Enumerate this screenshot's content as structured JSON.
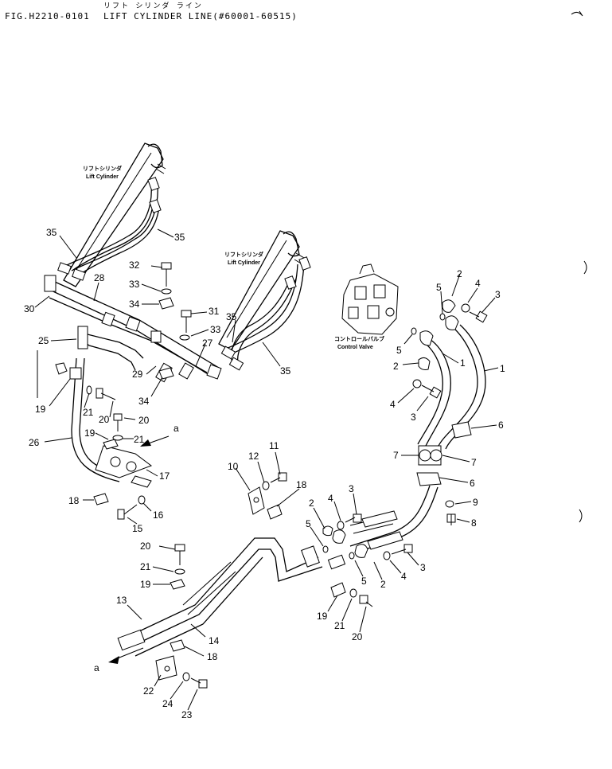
{
  "header": {
    "fig_number": "FIG.H2210-0101",
    "title_jp": "リフト シリンダ ライン",
    "title_en": "LIFT CYLINDER LINE(#60001-60515)"
  },
  "components": {
    "lift_cylinder_left": {
      "jp": "リフトシリンダ",
      "en": "Lift Cylinder"
    },
    "lift_cylinder_right": {
      "jp": "リフトシリンダ",
      "en": "Lift Cylinder"
    },
    "control_valve": {
      "jp": "コントロールバルブ",
      "en": "Control Valve"
    }
  },
  "arrow_labels": [
    "a",
    "a"
  ],
  "callouts": [
    {
      "id": "c35a",
      "text": "35"
    },
    {
      "id": "c35b",
      "text": "35"
    },
    {
      "id": "c35c",
      "text": "35"
    },
    {
      "id": "c35d",
      "text": "35"
    },
    {
      "id": "c32",
      "text": "32"
    },
    {
      "id": "c33a",
      "text": "33"
    },
    {
      "id": "c34a",
      "text": "34"
    },
    {
      "id": "c31",
      "text": "31"
    },
    {
      "id": "c33b",
      "text": "33"
    },
    {
      "id": "c27",
      "text": "27"
    },
    {
      "id": "c28",
      "text": "28"
    },
    {
      "id": "c30",
      "text": "30"
    },
    {
      "id": "c25",
      "text": "25"
    },
    {
      "id": "c29",
      "text": "29"
    },
    {
      "id": "c34b",
      "text": "34"
    },
    {
      "id": "c19a",
      "text": "19"
    },
    {
      "id": "c21a",
      "text": "21"
    },
    {
      "id": "c20a",
      "text": "20"
    },
    {
      "id": "c20b",
      "text": "20"
    },
    {
      "id": "c19b",
      "text": "19"
    },
    {
      "id": "c21b",
      "text": "21"
    },
    {
      "id": "c26",
      "text": "26"
    },
    {
      "id": "c17",
      "text": "17"
    },
    {
      "id": "c18a",
      "text": "18"
    },
    {
      "id": "c16",
      "text": "16"
    },
    {
      "id": "c15",
      "text": "15"
    },
    {
      "id": "c2a",
      "text": "2"
    },
    {
      "id": "c4a",
      "text": "4"
    },
    {
      "id": "c5a",
      "text": "5"
    },
    {
      "id": "c3a",
      "text": "3"
    },
    {
      "id": "c5b",
      "text": "5"
    },
    {
      "id": "c2b",
      "text": "2"
    },
    {
      "id": "c1a",
      "text": "1"
    },
    {
      "id": "c1b",
      "text": "1"
    },
    {
      "id": "c4b",
      "text": "4"
    },
    {
      "id": "c3b",
      "text": "3"
    },
    {
      "id": "c6a",
      "text": "6"
    },
    {
      "id": "c7a",
      "text": "7"
    },
    {
      "id": "c7b",
      "text": "7"
    },
    {
      "id": "c6b",
      "text": "6"
    },
    {
      "id": "c9",
      "text": "9"
    },
    {
      "id": "c8",
      "text": "8"
    },
    {
      "id": "c11",
      "text": "11"
    },
    {
      "id": "c12",
      "text": "12"
    },
    {
      "id": "c10",
      "text": "10"
    },
    {
      "id": "c18b",
      "text": "18"
    },
    {
      "id": "c3c",
      "text": "3"
    },
    {
      "id": "c2c",
      "text": "2"
    },
    {
      "id": "c4c",
      "text": "4"
    },
    {
      "id": "c5c",
      "text": "5"
    },
    {
      "id": "c3d",
      "text": "3"
    },
    {
      "id": "c4d",
      "text": "4"
    },
    {
      "id": "c2d",
      "text": "2"
    },
    {
      "id": "c5d",
      "text": "5"
    },
    {
      "id": "c20c",
      "text": "20"
    },
    {
      "id": "c21c",
      "text": "21"
    },
    {
      "id": "c19c",
      "text": "19"
    },
    {
      "id": "c13",
      "text": "13"
    },
    {
      "id": "c14",
      "text": "14"
    },
    {
      "id": "c18c",
      "text": "18"
    },
    {
      "id": "c22",
      "text": "22"
    },
    {
      "id": "c24",
      "text": "24"
    },
    {
      "id": "c23",
      "text": "23"
    },
    {
      "id": "c19d",
      "text": "19"
    },
    {
      "id": "c21d",
      "text": "21"
    },
    {
      "id": "c20d",
      "text": "20"
    }
  ]
}
